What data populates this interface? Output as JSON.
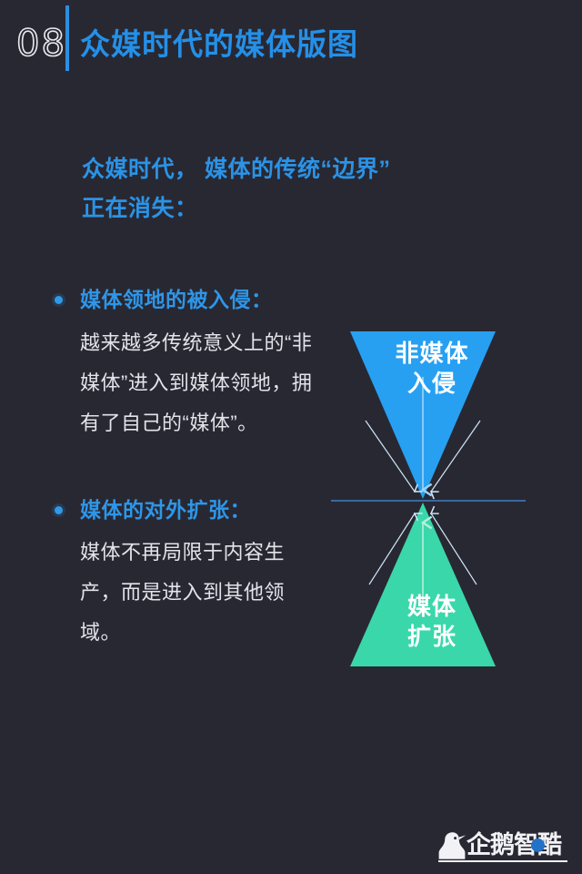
{
  "page": {
    "background_color": "#282833",
    "accent_blue": "#2490e8",
    "accent_green": "#3ad7ab",
    "text_color": "#e3e3ea"
  },
  "header": {
    "number": "08",
    "title": "众媒时代的媒体版图",
    "divider_color": "#2b8fe0"
  },
  "subtitle": {
    "line1": "众媒时代， 媒体的传统“边界”",
    "line2": "正在消失："
  },
  "bullets": [
    {
      "dot_icon": "bullet-dot-icon",
      "heading": "媒体领地的被入侵：",
      "body": "越来越多传统意义上的“非媒体”进入到媒体领地，拥有了自己的“媒体”。"
    },
    {
      "dot_icon": "bullet-dot-icon",
      "heading": "媒体的对外扩张：",
      "body": "媒体不再局限于内容生产，而是进入到其他领域。"
    }
  ],
  "diagram": {
    "top_triangle": {
      "label_line1": "非媒体",
      "label_line2": "入侵",
      "fill_color": "#27a0f2",
      "direction": "down"
    },
    "bottom_triangle": {
      "label_line1": "媒体",
      "label_line2": "扩张",
      "fill_color": "#3ad7ab",
      "direction": "up"
    },
    "divider_color": "#3f7fc4"
  },
  "footer": {
    "logo_text": "企鹅智酷",
    "logo_icon": "penguin-icon",
    "dot_color": "#2472c8"
  }
}
